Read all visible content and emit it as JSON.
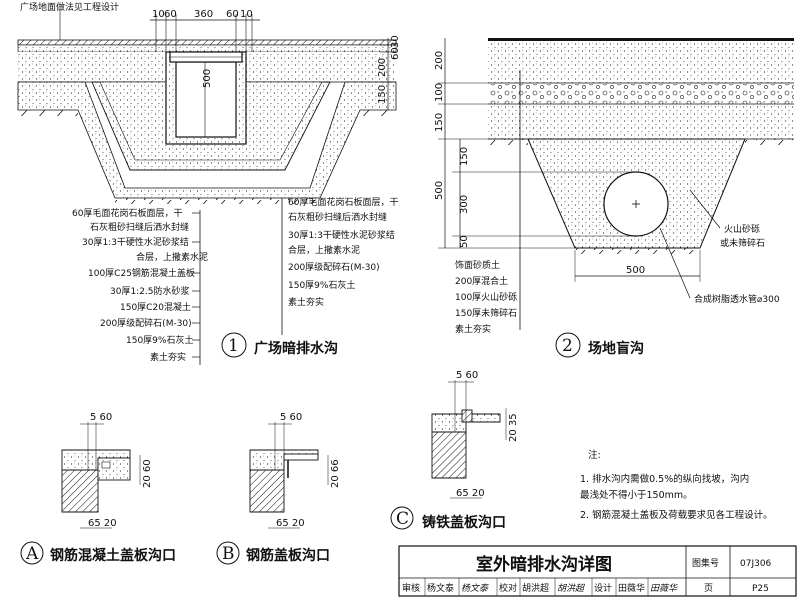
{
  "top_left_note": "广场地面做法见工程设计",
  "plaza_drain": {
    "number": "1",
    "title": "广场暗排水沟",
    "dim_top": [
      "10",
      "60",
      "360",
      "60",
      "10"
    ],
    "dim_right": [
      "30",
      "60",
      "200",
      "150"
    ],
    "dim_inner": "500",
    "left_labels": [
      "60厚毛面花岗石板面层，干",
      "石灰粗砂扫缝后洒水封缝",
      "30厚1:3干硬性水泥砂浆结",
      "合层，上撒素水泥",
      "100厚C25钢筋混凝土盖板",
      "30厚1:2.5防水砂浆",
      "150厚C20混凝土",
      "200厚级配碎石(M-30)",
      "150厚9%石灰土",
      "素土夯实"
    ],
    "right_labels": [
      "60厚毛面花岗石板面层，干",
      "石灰粗砂扫缝后洒水封缝",
      "30厚1:3干硬性水泥砂浆结",
      "合层，上撒素水泥",
      "200厚级配碎石(M-30)",
      "150厚9%石灰土",
      "素土夯实"
    ]
  },
  "blind_ditch": {
    "number": "2",
    "title": "场地盲沟",
    "dim_left_upper": [
      "200",
      "100",
      "150"
    ],
    "dim_left_lower_total": "500",
    "dim_left_lower": [
      "150",
      "300",
      "50"
    ],
    "dim_bottom": "500",
    "right_labels": [
      "火山砂砾",
      "或未筛碎石"
    ],
    "pipe_label": "合成树脂透水管⌀300",
    "left_labels": [
      "饰面砂质土",
      "200厚混合土",
      "100厚火山砂砾",
      "150厚未筛碎石",
      "素土夯实"
    ]
  },
  "detail_a": {
    "letter": "A",
    "title": "钢筋混凝土盖板沟口",
    "dim_top": "5  60",
    "dim_right": "20  60",
    "dim_bottom": "65  20"
  },
  "detail_b": {
    "letter": "B",
    "title": "钢筋盖板沟口",
    "dim_top": "5  60",
    "dim_right": "20  66",
    "dim_bottom": "65  20"
  },
  "detail_c": {
    "letter": "C",
    "title": "铸铁盖板沟口",
    "dim_top": "5  60",
    "dim_right": "20  35",
    "dim_bottom": "65  20"
  },
  "notes": {
    "heading": "注:",
    "items": [
      "1. 排水沟内需做0.5%的纵向找坡，沟内",
      "   最浅处不得小于150mm。",
      "2. 钢筋混凝土盖板及荷载要求见各工程设计。"
    ]
  },
  "title_block": {
    "title": "室外暗排水沟详图",
    "atlas_label": "图集号",
    "atlas_no": "07J306",
    "row": [
      "审核",
      "杨文泰",
      "杨文泰",
      "校对",
      "胡洪超",
      "胡洪超",
      "设计",
      "田薇华",
      "田薇华",
      "页",
      "P25"
    ]
  }
}
